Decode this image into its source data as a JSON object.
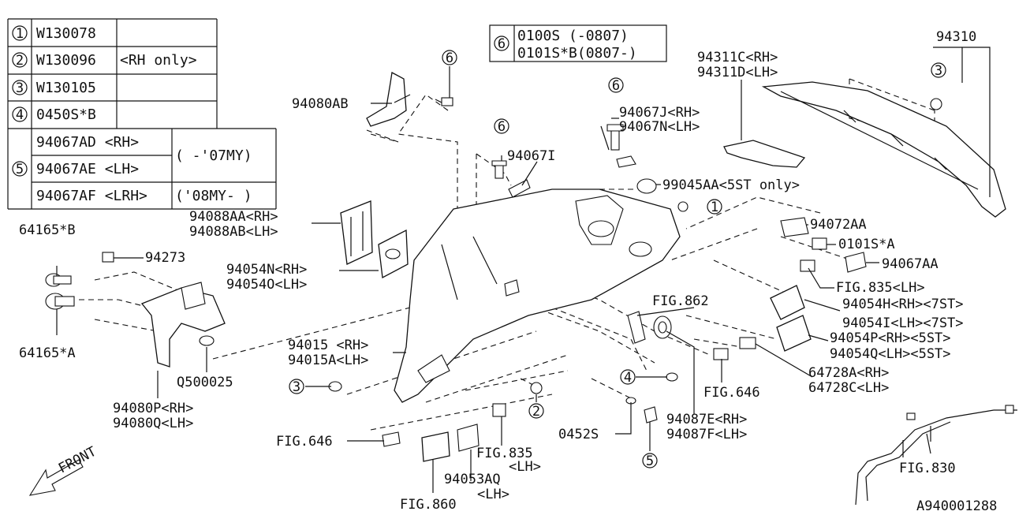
{
  "legend_table": {
    "rows": [
      {
        "num": "1",
        "code": "W130078",
        "note": ""
      },
      {
        "num": "2",
        "code": "W130096",
        "note": "<RH only>"
      },
      {
        "num": "3",
        "code": "W130105",
        "note": ""
      },
      {
        "num": "4",
        "code": "0450S*B",
        "note": ""
      }
    ],
    "row5": {
      "num": "5",
      "a": "94067AD <RH>",
      "b": "94067AE <LH>",
      "ab_note": "(  -'07MY)",
      "c": "94067AF <LRH>",
      "c_note": "('08MY-  )"
    }
  },
  "bolt_box": {
    "num": "6",
    "line1": "0100S   (-0807)",
    "line2": "0101S*B(0807-)"
  },
  "labels": {
    "l94080AB": "94080AB",
    "l94310": "94310",
    "l94311C": "94311C<RH>",
    "l94311D": "94311D<LH>",
    "l94067J": "94067J<RH>",
    "l94067N": "94067N<LH>",
    "l94067I": "94067I",
    "l99045AA": "99045AA<5ST only>",
    "l94088AA": "94088AA<RH>",
    "l94088AB": "94088AB<LH>",
    "l64165B": "64165*B",
    "l94273": "94273",
    "l94054N": "94054N<RH>",
    "l94054O": "94054O<LH>",
    "l94072AA": "94072AA",
    "l0101SA": "0101S*A",
    "l94067AA": "94067AA",
    "lFIG835a": "FIG.835<LH>",
    "lFIG862": "FIG.862",
    "l94054H": "94054H<RH><7ST>",
    "l94054I": "94054I<LH><7ST>",
    "l94054P": "94054P<RH><5ST>",
    "l94054Q": "94054Q<LH><5ST>",
    "l64165A": "64165*A",
    "l94015": "94015 <RH>",
    "l94015A": "94015A<LH>",
    "l64728A": "64728A<RH>",
    "l64728C": "64728C<LH>",
    "lQ500025": "Q500025",
    "lFIG646a": "FIG.646",
    "l94080P": "94080P<RH>",
    "l94080Q": "94080Q<LH>",
    "l94087E": "94087E<RH>",
    "l94087F": "94087F<LH>",
    "l0452S": "0452S",
    "lFIG646b": "FIG.646",
    "lFIG835b1": "FIG.835",
    "lFIG835b2": "<LH>",
    "l94053AQ1": "94053AQ",
    "l94053AQ2": "<LH>",
    "lFIG830": "FIG.830",
    "lFIG860": "FIG.860",
    "lFRONT": "FRONT",
    "lcode": "A940001288"
  },
  "callouts": {
    "c6a": "6",
    "c6b": "6",
    "c6c": "6",
    "c3a": "3",
    "c3b": "3",
    "c1": "1",
    "c4": "4",
    "c2": "2",
    "c5": "5"
  }
}
